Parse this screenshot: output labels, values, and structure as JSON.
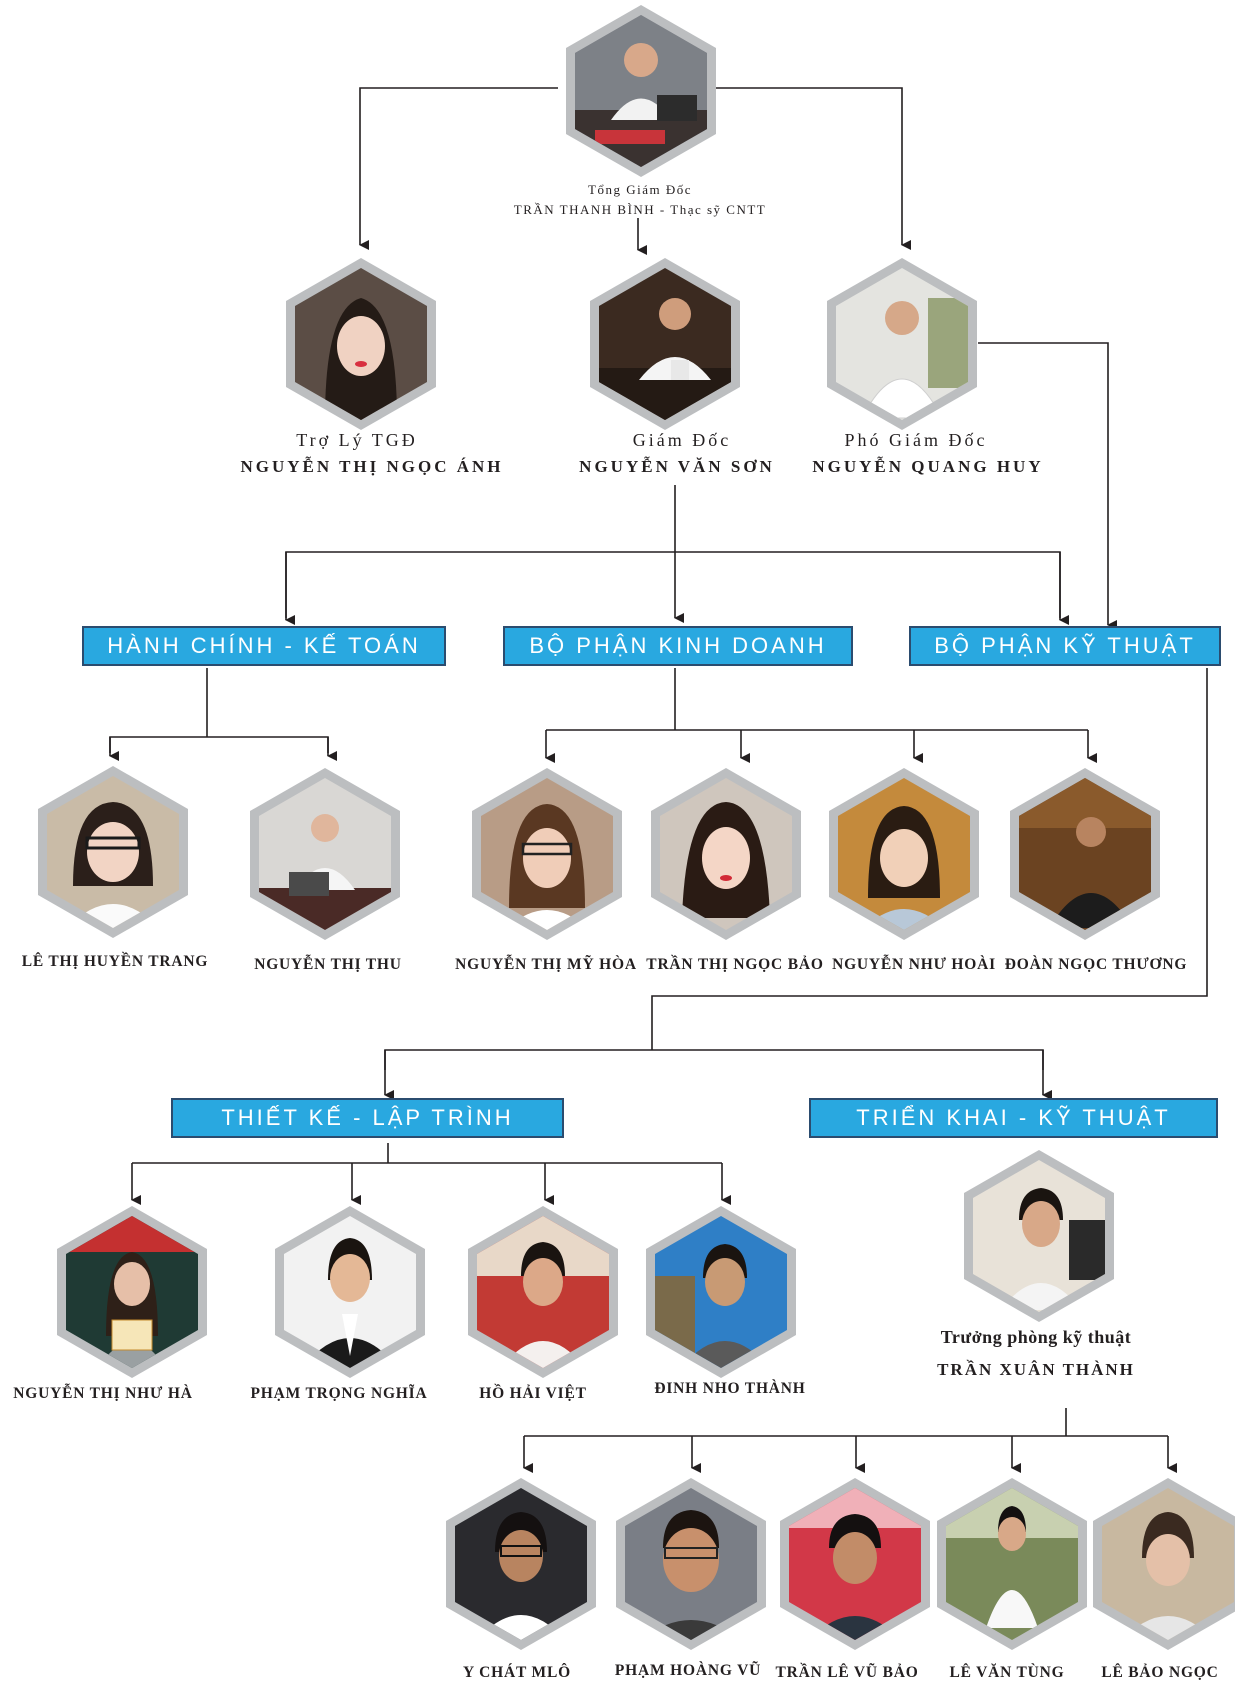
{
  "colors": {
    "accent": "#29a8e0",
    "line": "#231f20",
    "hex_border": "#bcbec0"
  },
  "ceo": {
    "role_line1": "Tổng Giám Đốc",
    "role_line2": "TRẦN THANH BÌNH - Thạc sỹ CNTT"
  },
  "level2": [
    {
      "role": "Trợ Lý TGĐ",
      "name": "NGUYỄN THỊ NGỌC ÁNH"
    },
    {
      "role": "Giám Đốc",
      "name": "NGUYỄN VĂN SƠN"
    },
    {
      "role": "Phó Giám Đốc",
      "name": "NGUYỄN QUANG HUY"
    }
  ],
  "departments": {
    "admin": "HÀNH CHÍNH - KẾ TOÁN",
    "sales": "BỘ PHẬN KINH DOANH",
    "tech": "BỘ PHẬN KỸ THUẬT",
    "design": "THIẾT KẾ - LẬP TRÌNH",
    "deploy": "TRIỂN KHAI - KỸ THUẬT"
  },
  "admin_staff": [
    "LÊ THỊ HUYỀN TRANG",
    "NGUYỄN THỊ THU"
  ],
  "sales_staff": [
    "NGUYỄN THỊ MỸ HÒA",
    "TRẦN THỊ NGỌC BẢO",
    "NGUYỄN NHƯ HOÀI",
    "ĐOÀN NGỌC THƯƠNG"
  ],
  "design_staff": [
    "NGUYỄN THỊ NHƯ HÀ",
    "PHẠM TRỌNG NGHĨA",
    "HỒ HẢI VIỆT",
    "ĐINH NHO THÀNH"
  ],
  "tech_head": {
    "role": "Trưởng phòng kỹ thuật",
    "name": "TRẦN XUÂN THÀNH"
  },
  "deploy_staff": [
    "Y CHÁT MLÔ",
    "PHẠM HOÀNG VŨ",
    "TRẦN LÊ VŨ BẢO",
    "LÊ VĂN TÙNG",
    "LÊ BẢO NGỌC"
  ]
}
